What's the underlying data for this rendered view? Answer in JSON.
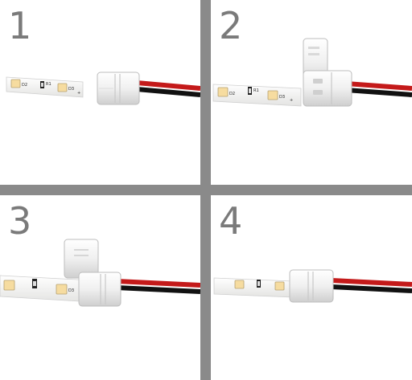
{
  "steps": [
    {
      "number": "1"
    },
    {
      "number": "2"
    },
    {
      "number": "3"
    },
    {
      "number": "4"
    }
  ],
  "pcb_labels": {
    "d2": "D2",
    "r1": "R1",
    "d3": "D3",
    "plus": "+"
  },
  "colors": {
    "background": "#ffffff",
    "divider": "#8a8a8a",
    "step_number": "#7a7a7a",
    "strip": "#f7f7f5",
    "connector": "#f2f2f2",
    "led": "#f6dca0",
    "wire_red": "#c41a1a",
    "wire_black": "#111111"
  }
}
